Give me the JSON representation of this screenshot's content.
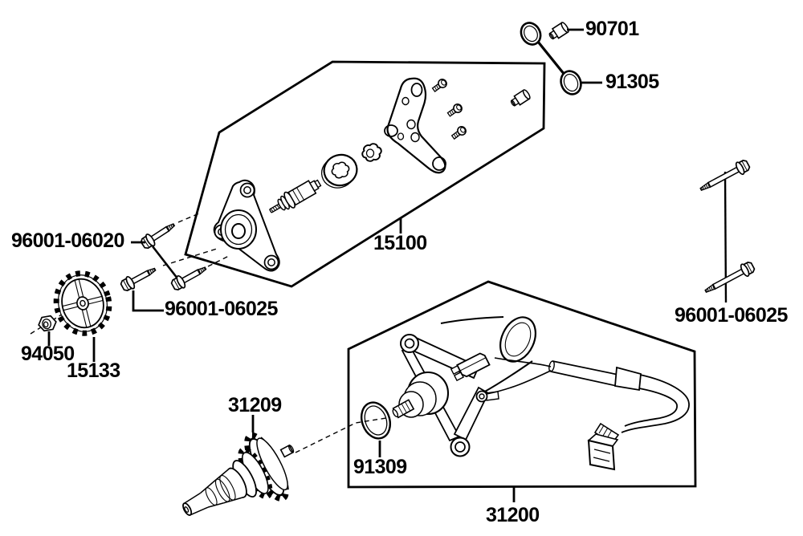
{
  "colors": {
    "background": "#ffffff",
    "line": "#000000"
  },
  "labels": {
    "bushing": "90701",
    "oring_top": "91305",
    "oil_pump_assembly": "15100",
    "flange_bolt_06020": "96001-06020",
    "flange_bolt_06025_left": "96001-06025",
    "nut": "94050",
    "oil_pump_sprocket": "15133",
    "starter_gear": "31209",
    "oring_starter": "91309",
    "starter_motor": "31200",
    "flange_bolt_06025_right": "96001-06025"
  }
}
